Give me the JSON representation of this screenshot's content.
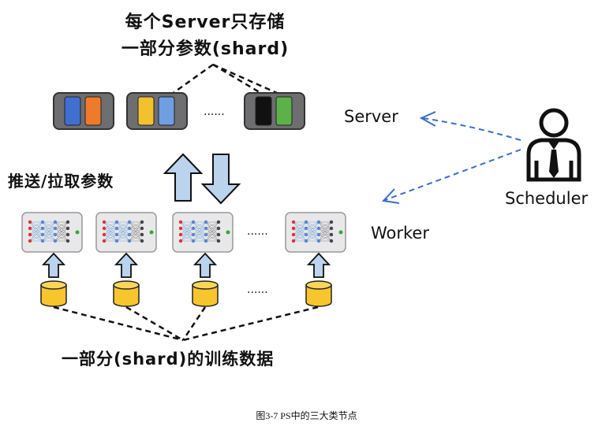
{
  "server_group_title": [
    "每个Server只存储",
    "一部分参数(shard)"
  ],
  "push_pull_label": "推送/拉取参数",
  "data_shard_label": "一部分(shard)的训练数据",
  "role_labels": {
    "server": "Server",
    "worker": "Worker",
    "scheduler": "Scheduler"
  },
  "ellipsis": "......",
  "caption": "图3-7 PS中的三大类节点",
  "colors": {
    "server_box": "#6e6e70",
    "param_blue": "#3f6fcf",
    "param_orange": "#ee7a2b",
    "param_yellow": "#f2c12e",
    "param_lightblue": "#6f9fe0",
    "param_black": "#111111",
    "param_green": "#5db14a",
    "arrow_fill": "#bcd3ee",
    "db_fill": "#f7c52c",
    "dash_blue": "#3a6fc8"
  },
  "servers": [
    {
      "params": [
        "param_blue",
        "param_orange"
      ]
    },
    {
      "params": [
        "param_yellow",
        "param_lightblue"
      ]
    },
    {
      "params": [
        "param_black",
        "param_green"
      ]
    }
  ],
  "workers": [
    1,
    2,
    3,
    4
  ]
}
